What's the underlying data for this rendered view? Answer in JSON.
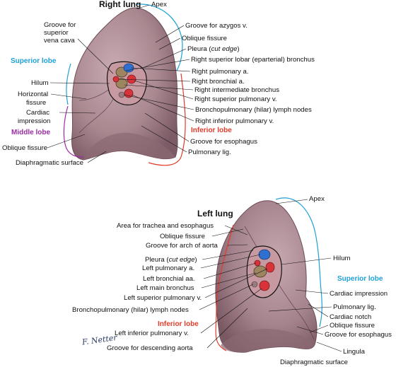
{
  "right_lung": {
    "title": "Right lung",
    "labels": {
      "apex": "Apex",
      "groove_azygos": "Groove for azygos v.",
      "groove_svc_1": "Groove for",
      "groove_svc_2": "superior",
      "groove_svc_3": "vena cava",
      "oblique_fissure_top": "Oblique fissure",
      "pleura_prefix": "Pleura (",
      "pleura_italic": "cut edge",
      "pleura_suffix": ")",
      "sup_lobar_bronchus": "Right superior lobar (eparterial) bronchus",
      "pulm_a": "Right pulmonary a.",
      "bronchial_a": "Right bronchial a.",
      "intermediate_bronchus": "Right intermediate bronchus",
      "sup_pulm_v": "Right superior pulmonary v.",
      "lymph_nodes": "Bronchopulmonary (hilar) lymph nodes",
      "inf_pulm_v": "Right inferior pulmonary v.",
      "groove_esophagus": "Groove for esophagus",
      "pulm_lig": "Pulmonary lig.",
      "hilum": "Hilum",
      "horiz_fissure_1": "Horizontal",
      "horiz_fissure_2": "fissure",
      "cardiac_impression_1": "Cardiac",
      "cardiac_impression_2": "impression",
      "oblique_fissure_bottom": "Oblique fissure",
      "diaphragmatic_surface": "Diaphragmatic surface"
    },
    "lobes": {
      "superior": "Superior lobe",
      "middle": "Middle lobe",
      "inferior": "Inferior lobe"
    }
  },
  "left_lung": {
    "title": "Left lung",
    "labels": {
      "apex": "Apex",
      "area_trachea": "Area for trachea and esophagus",
      "oblique_fissure_top": "Oblique fissure",
      "groove_aorta_arch": "Groove for arch of aorta",
      "pleura_prefix": "Pleura (",
      "pleura_italic": "cut edge",
      "pleura_suffix": ")",
      "pulm_a": "Left pulmonary a.",
      "bronchial_aa": "Left bronchial aa.",
      "main_bronchus": "Left main bronchus",
      "sup_pulm_v": "Left superior pulmonary v.",
      "lymph_nodes": "Bronchopulmonary (hilar) lymph nodes",
      "inf_pulm_v": "Left inferior pulmonary v.",
      "groove_desc_aorta": "Groove for descending aorta",
      "diaphragmatic_surface": "Diaphragmatic surface",
      "hilum": "Hilum",
      "cardiac_impression": "Cardiac impression",
      "pulm_lig": "Pulmonary lig.",
      "cardiac_notch": "Cardiac notch",
      "oblique_fissure_right": "Oblique fissure",
      "groove_esophagus": "Groove for esophagus",
      "lingula": "Lingula"
    },
    "lobes": {
      "superior": "Superior lobe",
      "inferior": "Inferior lobe"
    }
  },
  "signature": "F. Netter",
  "colors": {
    "lung_surface": "#a98890",
    "lung_shadow": "#86636d",
    "superior_lobe": "#1ea1d6",
    "middle_lobe": "#9b2ca4",
    "inferior_lobe": "#e23b2a",
    "artery": "#2f6fd0",
    "vein": "#d9333a",
    "bronchus": "#9c8560"
  }
}
